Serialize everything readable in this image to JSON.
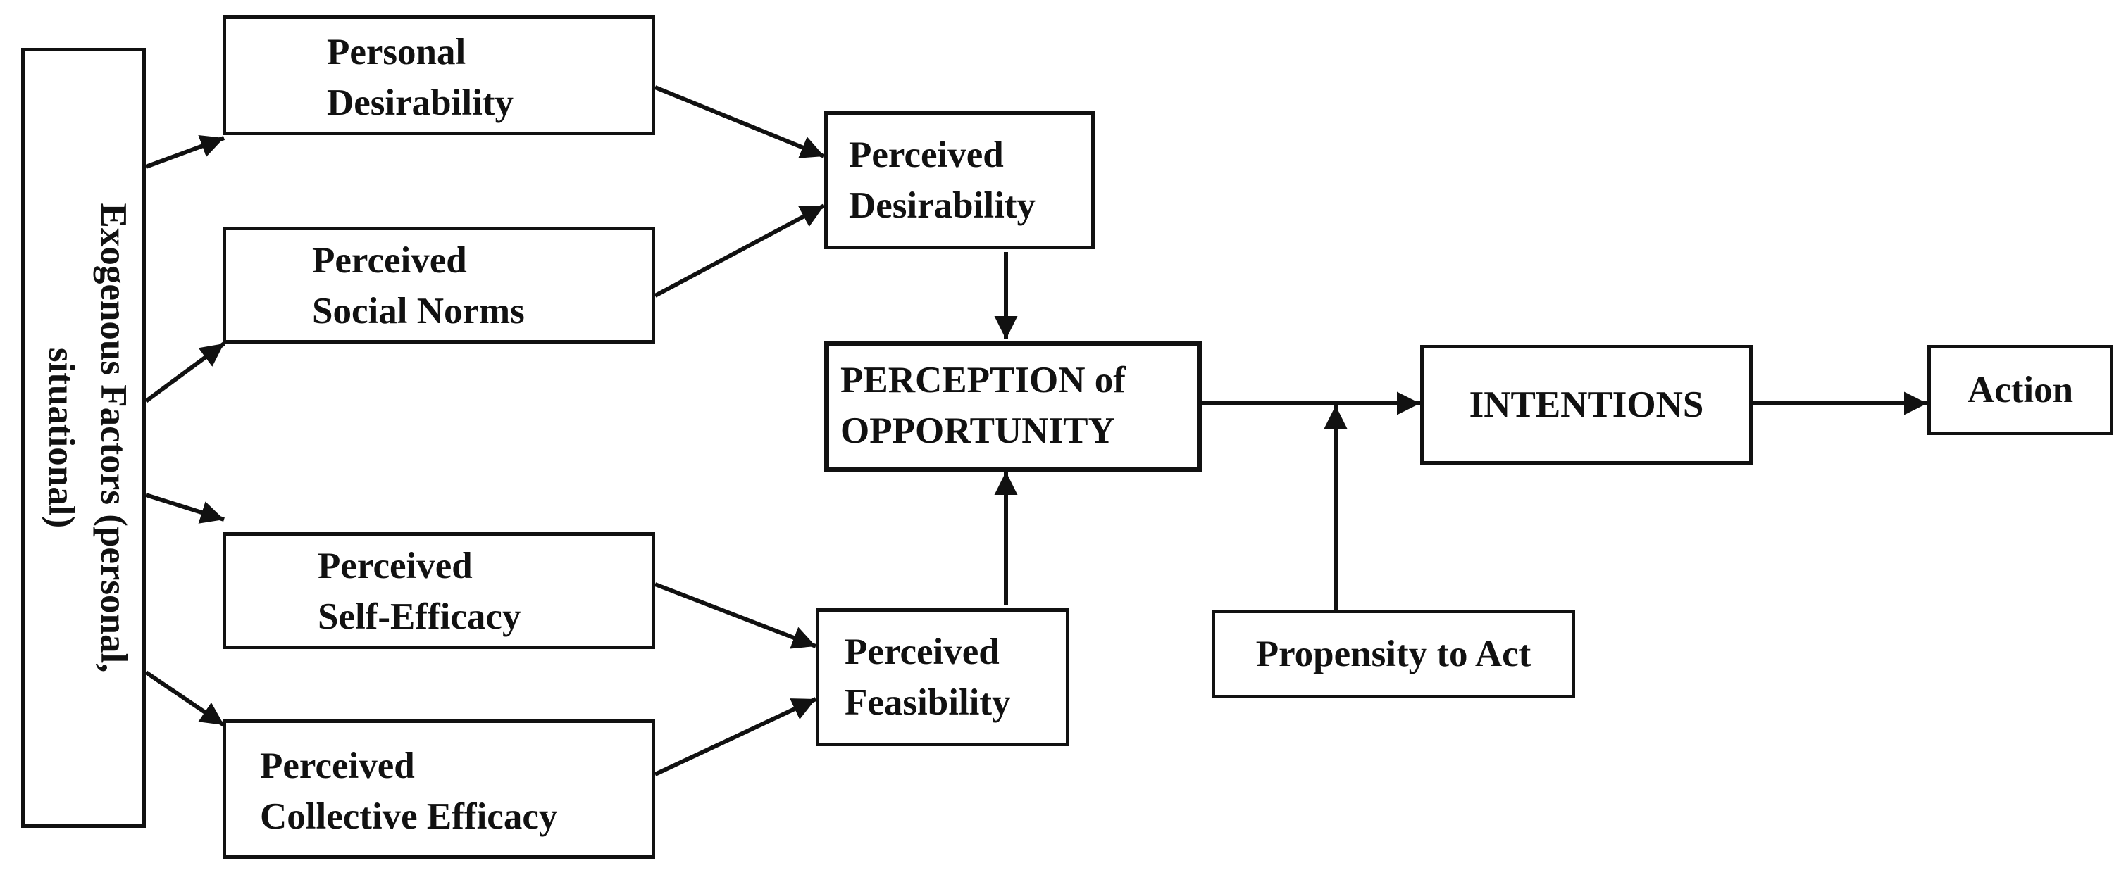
{
  "exogenous": {
    "line1": "Exogenous Factors  (personal,",
    "line2": "situational)"
  },
  "personal_desirability": {
    "line1": "Personal",
    "line2": "Desirability"
  },
  "social_norms": {
    "line1": "Perceived",
    "line2": "Social Norms"
  },
  "self_efficacy": {
    "line1": "Perceived",
    "line2": "Self-Efficacy"
  },
  "collective_efficacy": {
    "line1": "Perceived",
    "line2": "Collective Efficacy"
  },
  "perceived_desirability": {
    "line1": "Perceived",
    "line2": "Desirability"
  },
  "perceived_feasibility": {
    "line1": "Perceived",
    "line2": "Feasibility"
  },
  "perception": {
    "line1": "PERCEPTION of",
    "line2": "OPPORTUNITY"
  },
  "intentions": {
    "label": "INTENTIONS"
  },
  "action": {
    "label": "Action"
  },
  "propensity": {
    "label": "Propensity to Act"
  },
  "colors": {
    "stroke": "#111111",
    "background": "#ffffff"
  }
}
